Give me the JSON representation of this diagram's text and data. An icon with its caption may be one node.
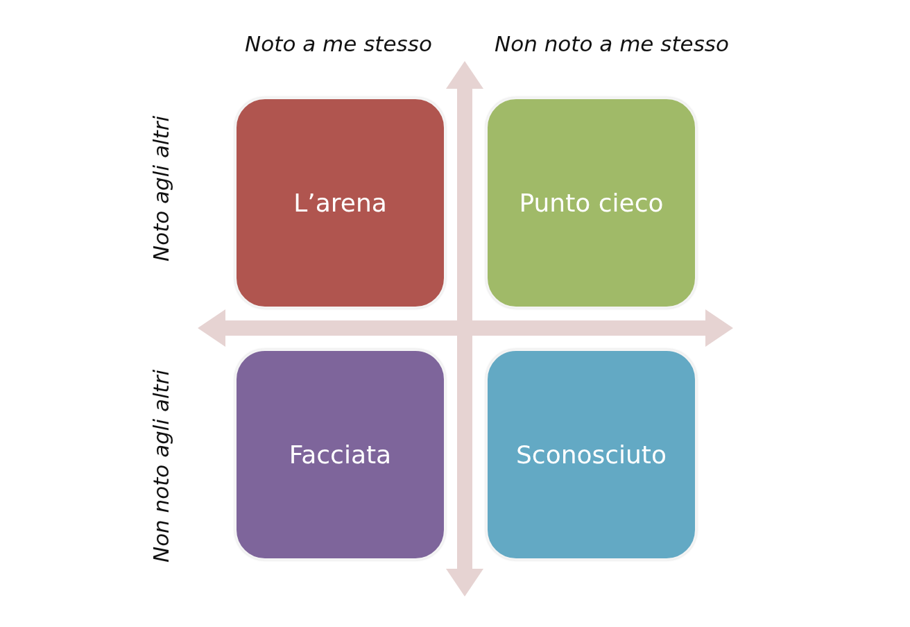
{
  "diagram": {
    "nodes": [
      {
        "text": [
          "L’arena"
        ]
      },
      {
        "text": [
          "Punto cieco"
        ]
      },
      {
        "text": [
          "Facciata"
        ]
      },
      {
        "text": [
          "Sconosciuto"
        ]
      }
    ],
    "labels": [
      "Noto a me stesso",
      "Non noto a me stesso",
      "Noto agli altri",
      "Non noto agli altri"
    ]
  }
}
